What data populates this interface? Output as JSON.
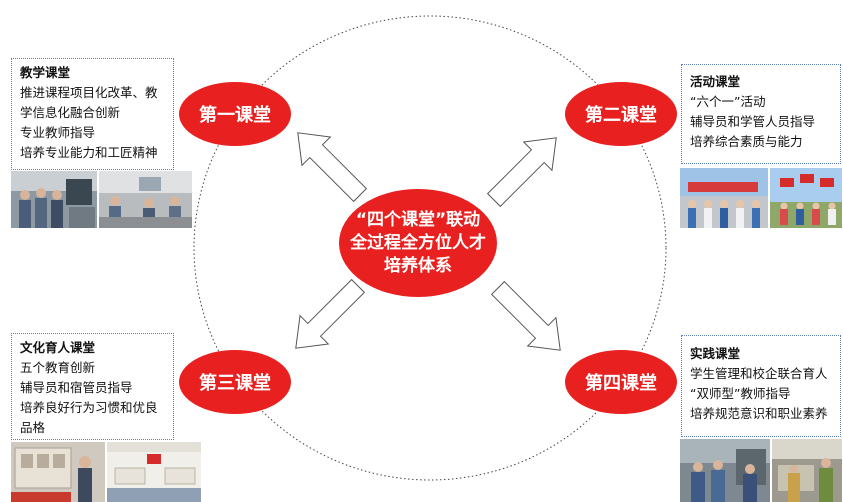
{
  "center": {
    "line1": "“四个课堂”联动",
    "line2": "全过程全方位人才",
    "line3": "培养体系"
  },
  "classrooms": {
    "first": {
      "label": "第一课堂",
      "title": "教学课堂",
      "items": [
        "推进课程项目化改革、教",
        "学信息化融合创新",
        "专业教师指导",
        "培养专业能力和工匠精神"
      ]
    },
    "second": {
      "label": "第二课堂",
      "title": "活动课堂",
      "items": [
        "“六个一”活动",
        "辅导员和学管人员指导",
        "培养综合素质与能力"
      ]
    },
    "third": {
      "label": "第三课堂",
      "title": "文化育人课堂",
      "items": [
        "五个教育创新",
        "辅导员和宿管员指导",
        "培养良好行为习惯和优良",
        "品格"
      ]
    },
    "fourth": {
      "label": "第四课堂",
      "title": "实践课堂",
      "items": [
        "学生管理和校企联合育人",
        "“双师型”教师指导",
        "培养规范意识和职业素养"
      ]
    }
  },
  "colors": {
    "accent": "#e8201f",
    "box_border": "#5a7fb8"
  }
}
